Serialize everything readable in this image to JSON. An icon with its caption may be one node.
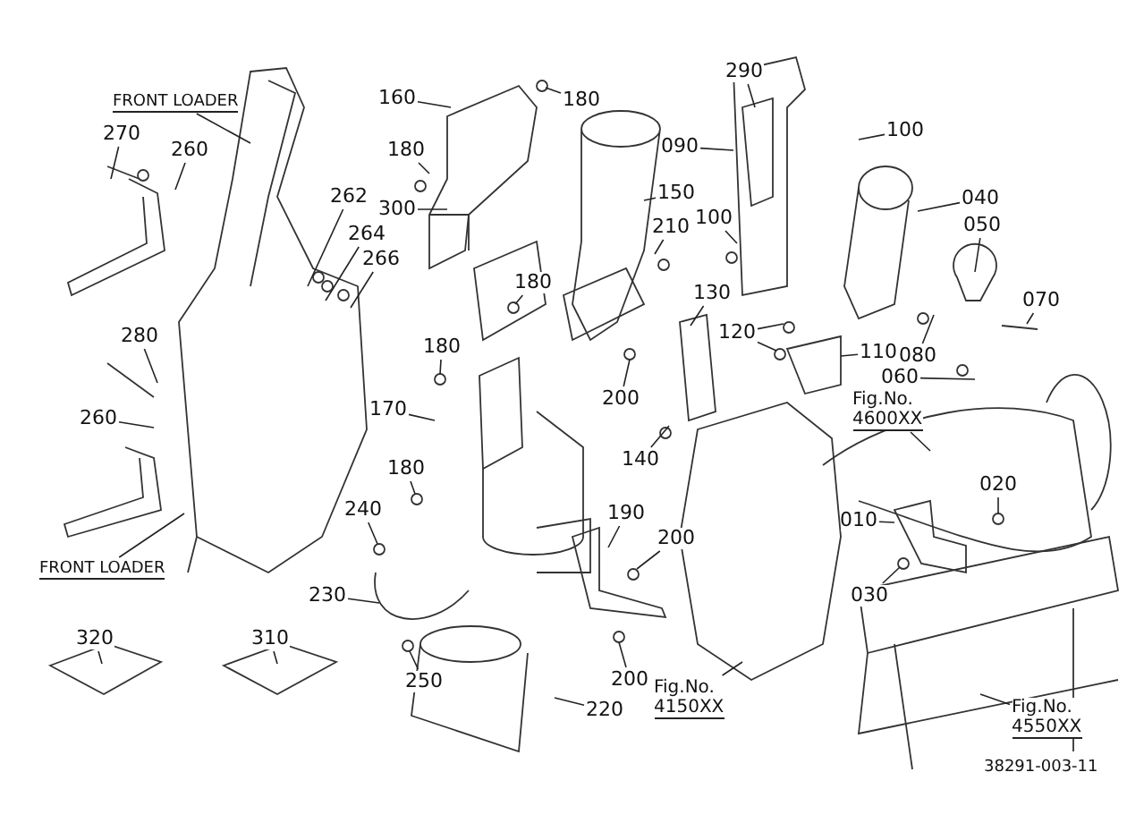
{
  "diagram": {
    "nodes": [
      {
        "text": [
          "FRONT LOADER"
        ]
      },
      {
        "text": [
          "270"
        ]
      },
      {
        "text": [
          "260"
        ]
      },
      {
        "text": [
          "262"
        ]
      },
      {
        "text": [
          "264"
        ]
      },
      {
        "text": [
          "266"
        ]
      },
      {
        "text": [
          "280"
        ]
      },
      {
        "text": [
          "260"
        ]
      },
      {
        "text": [
          "FRONT LOADER"
        ]
      },
      {
        "text": [
          "160"
        ]
      },
      {
        "text": [
          "180"
        ]
      },
      {
        "text": [
          "300"
        ]
      },
      {
        "text": [
          "180"
        ]
      },
      {
        "text": [
          "180"
        ]
      },
      {
        "text": [
          "170"
        ]
      },
      {
        "text": [
          "180"
        ]
      },
      {
        "text": [
          "240"
        ]
      },
      {
        "text": [
          "230"
        ]
      },
      {
        "text": [
          "250"
        ]
      },
      {
        "text": [
          "320"
        ]
      },
      {
        "text": [
          "310"
        ]
      },
      {
        "text": [
          "180"
        ]
      },
      {
        "text": [
          "150"
        ]
      },
      {
        "text": [
          "210"
        ]
      },
      {
        "text": [
          "100"
        ]
      },
      {
        "text": [
          "130"
        ]
      },
      {
        "text": [
          "200"
        ]
      },
      {
        "text": [
          "140"
        ]
      },
      {
        "text": [
          "190"
        ]
      },
      {
        "text": [
          "200"
        ]
      },
      {
        "text": [
          "200"
        ]
      },
      {
        "text": [
          "220"
        ]
      },
      {
        "text": [
          "290"
        ]
      },
      {
        "text": [
          "090"
        ]
      },
      {
        "text": [
          "100"
        ]
      },
      {
        "text": [
          "040"
        ]
      },
      {
        "text": [
          "050"
        ]
      },
      {
        "text": [
          "120"
        ]
      },
      {
        "text": [
          "110"
        ]
      },
      {
        "text": [
          "080"
        ]
      },
      {
        "text": [
          "070"
        ]
      },
      {
        "text": [
          "060"
        ]
      },
      {
        "text": [
          "Fig.No. 4600XX"
        ]
      },
      {
        "text": [
          "010"
        ]
      },
      {
        "text": [
          "020"
        ]
      },
      {
        "text": [
          "030"
        ]
      },
      {
        "text": [
          "Fig.No. 4150XX"
        ]
      },
      {
        "text": [
          "Fig.No. 4550XX"
        ]
      }
    ],
    "edges": [
      {
        "from": 0,
        "to": null,
        "arrow": "none"
      },
      {
        "from": 1,
        "to": null,
        "arrow": "none"
      },
      {
        "from": 2,
        "to": null,
        "arrow": "none"
      },
      {
        "from": 3,
        "to": null,
        "arrow": "none"
      },
      {
        "from": 4,
        "to": null,
        "arrow": "none"
      },
      {
        "from": 5,
        "to": null,
        "arrow": "none"
      },
      {
        "from": 6,
        "to": null,
        "arrow": "none"
      },
      {
        "from": 7,
        "to": null,
        "arrow": "none"
      },
      {
        "from": 8,
        "to": null,
        "arrow": "none"
      },
      {
        "from": 9,
        "to": null,
        "arrow": "none"
      },
      {
        "from": 10,
        "to": null,
        "arrow": "none"
      },
      {
        "from": 11,
        "to": null,
        "arrow": "none"
      },
      {
        "from": 12,
        "to": null,
        "arrow": "none"
      },
      {
        "from": 13,
        "to": null,
        "arrow": "none"
      },
      {
        "from": 14,
        "to": null,
        "arrow": "none"
      },
      {
        "from": 15,
        "to": null,
        "arrow": "none"
      },
      {
        "from": 16,
        "to": null,
        "arrow": "none"
      },
      {
        "from": 17,
        "to": null,
        "arrow": "none"
      },
      {
        "from": 18,
        "to": null,
        "arrow": "none"
      },
      {
        "from": 19,
        "to": null,
        "arrow": "none"
      },
      {
        "from": 20,
        "to": null,
        "arrow": "none"
      },
      {
        "from": 21,
        "to": null,
        "arrow": "none"
      },
      {
        "from": 22,
        "to": null,
        "arrow": "none"
      },
      {
        "from": 23,
        "to": null,
        "arrow": "none"
      },
      {
        "from": 24,
        "to": null,
        "arrow": "none"
      },
      {
        "from": 25,
        "to": null,
        "arrow": "none"
      },
      {
        "from": 26,
        "to": null,
        "arrow": "none"
      },
      {
        "from": 27,
        "to": null,
        "arrow": "none"
      },
      {
        "from": 28,
        "to": null,
        "arrow": "none"
      },
      {
        "from": 29,
        "to": null,
        "arrow": "none"
      },
      {
        "from": 30,
        "to": null,
        "arrow": "none"
      },
      {
        "from": 31,
        "to": null,
        "arrow": "none"
      },
      {
        "from": 32,
        "to": null,
        "arrow": "none"
      },
      {
        "from": 33,
        "to": null,
        "arrow": "none"
      },
      {
        "from": 34,
        "to": null,
        "arrow": "none"
      },
      {
        "from": 35,
        "to": null,
        "arrow": "none"
      },
      {
        "from": 36,
        "to": null,
        "arrow": "none"
      },
      {
        "from": 37,
        "to": null,
        "arrow": "none"
      },
      {
        "from": 37,
        "to": null,
        "arrow": "none"
      },
      {
        "from": 38,
        "to": null,
        "arrow": "none"
      },
      {
        "from": 39,
        "to": null,
        "arrow": "none"
      },
      {
        "from": 40,
        "to": null,
        "arrow": "none"
      },
      {
        "from": 41,
        "to": null,
        "arrow": "none"
      },
      {
        "from": 42,
        "to": null,
        "arrow": "none"
      },
      {
        "from": 43,
        "to": null,
        "arrow": "none"
      },
      {
        "from": 44,
        "to": null,
        "arrow": "none"
      },
      {
        "from": 45,
        "to": null,
        "arrow": "none"
      },
      {
        "from": 46,
        "to": null,
        "arrow": "none"
      },
      {
        "from": 47,
        "to": null,
        "arrow": "none"
      }
    ],
    "labels": [
      "38291-003-11"
    ]
  }
}
